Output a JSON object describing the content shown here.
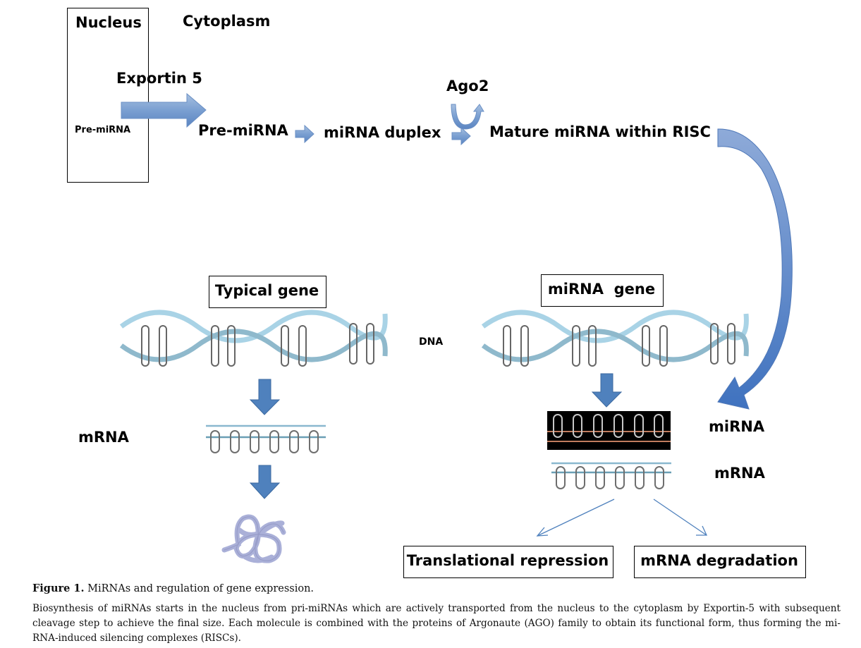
{
  "diagram": {
    "compartments": {
      "nucleus": "Nucleus",
      "cytoplasm": "Cytoplasm"
    },
    "export_step": {
      "transporter": "Exportin 5",
      "nuclear_precursor": "Pre-miRNA"
    },
    "pathway": [
      {
        "label": "Pre-miRNA"
      },
      {
        "label": "miRNA duplex"
      },
      {
        "label": "Mature miRNA within RISC"
      }
    ],
    "cofactor": "Ago2",
    "left_branch": {
      "title": "Typical gene",
      "dna_label": "DNA",
      "rna_label": "mRNA",
      "product_icon": "protein-coil-icon"
    },
    "right_branch": {
      "title": "miRNA  gene",
      "mirna_label": "miRNA",
      "mrna_label": "mRNA",
      "outcomes": [
        {
          "label": "Translational repression"
        },
        {
          "label": "mRNA degradation"
        }
      ]
    },
    "colors": {
      "arrow_blue": "#4f81bd",
      "arrow_light": "#95b3d7",
      "dna_light": "#a8d4e6",
      "dna_dark": "#6a9fb5",
      "strand_gray": "#707070",
      "mirna_bg": "#000000",
      "mirna_strand": "#c87a5a"
    }
  },
  "caption": {
    "figure_label": "Figure 1.",
    "figure_title": " MiRNAs and regulation of gene expression.",
    "description": "Biosynthesis of miRNAs starts in the nucleus from pri-miRNAs which are actively transported from the nucleus to the cytoplasm by Exportin-5 with subsequent cleavage step to achieve the final size. Each molecule is combined with the proteins of Argonaute (AGO) family to obtain its functional form, thus forming the mi-RNA-induced silencing complexes (RISCs)."
  }
}
